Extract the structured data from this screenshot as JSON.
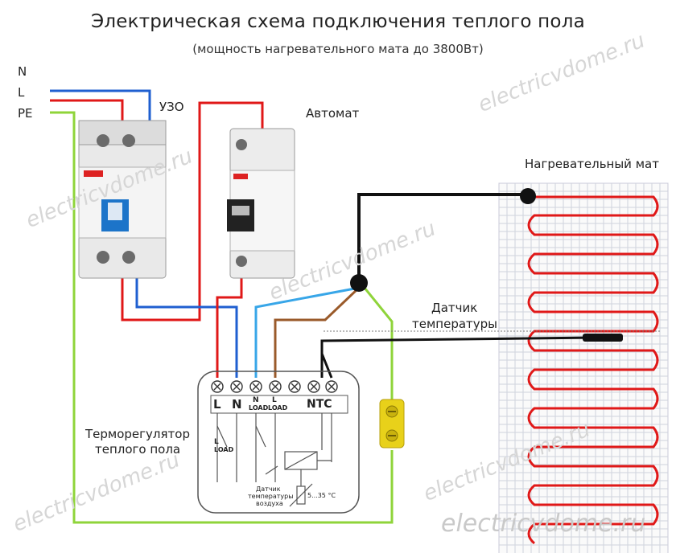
{
  "title": "Электрическая схема подключения теплого пола",
  "subtitle": "(мощность нагревательного мата до 3800Вт)",
  "lines": {
    "n": "N",
    "l": "L",
    "pe": "PE"
  },
  "labels": {
    "uzo": "УЗО",
    "automat": "Автомат",
    "heating_mat": "Нагревательный мат",
    "sensor_line1": "Датчик",
    "sensor_line2": "температуры",
    "thermostat_line1": "Терморегулятор",
    "thermostat_line2": "теплого пола",
    "air_sensor_line1": "Датчик",
    "air_sensor_line2": "температуры",
    "air_sensor_line3": "воздуха",
    "range": "5...35 °C"
  },
  "terminals": {
    "l": "L",
    "n": "N",
    "n_load_top": "N",
    "n_load_bottom": "LOAD",
    "l_load_top": "L",
    "l_load_bottom": "LOAD",
    "ntc": "NTC",
    "l_inner_top": "L",
    "l_inner_bottom": "LOAD"
  },
  "watermark": "electricvdome.ru",
  "colors": {
    "phase": "#e01818",
    "neutral": "#1f5fd0",
    "earth": "#8fd43a",
    "load_brown": "#9a5a2a",
    "heater": "#e01818",
    "black": "#111111"
  },
  "icons": [
    "rcd-device",
    "circuit-breaker",
    "thermostat",
    "heating-mat",
    "terminal-block",
    "junction-dot"
  ]
}
